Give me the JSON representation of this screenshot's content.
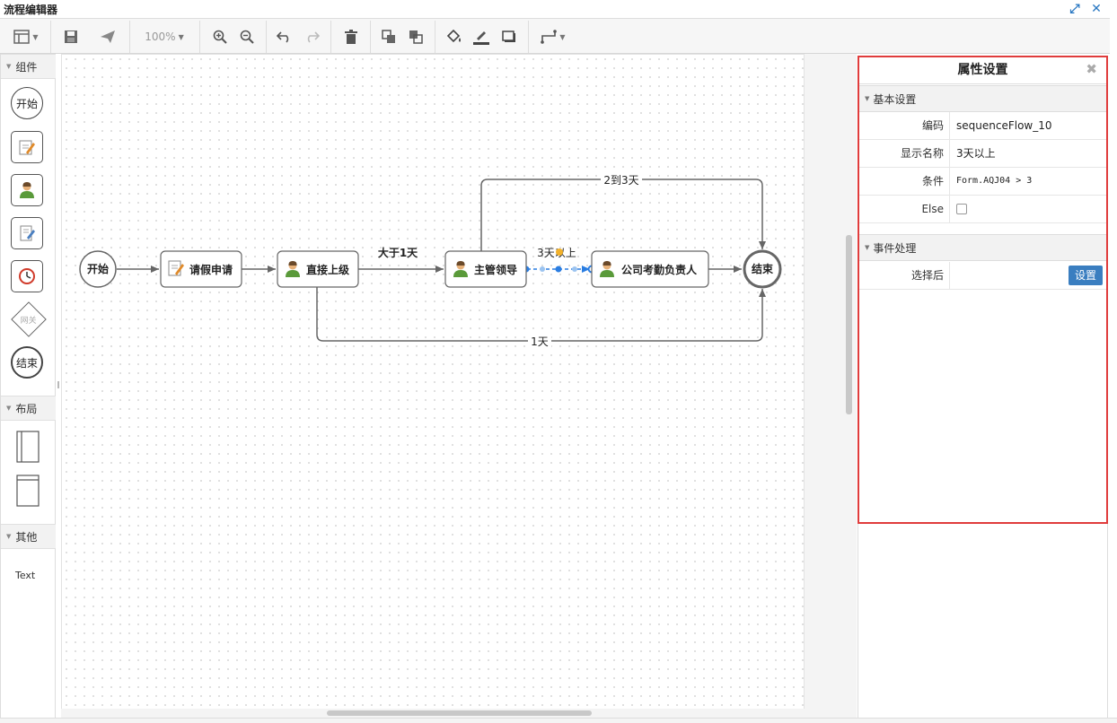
{
  "window": {
    "title": "流程编辑器"
  },
  "toolbar": {
    "zoom_label": "100%"
  },
  "left_panel": {
    "sections": {
      "components": "组件",
      "layout": "布局",
      "other": "其他"
    },
    "components": {
      "start": "开始",
      "gateway": "网关",
      "end": "结束"
    },
    "other_items": {
      "text": "Text"
    }
  },
  "diagram": {
    "nodes": {
      "start": "开始",
      "leave_request": "请假申请",
      "direct_superior": "直接上级",
      "supervisor": "主管领导",
      "attendance_manager": "公司考勤负责人",
      "end": "结束"
    },
    "edges": {
      "gt_1_day": "大于1天",
      "days_2_to_3": "2到3天",
      "days_1": "1天",
      "days_3_plus": "3天以上"
    }
  },
  "properties": {
    "title": "属性设置",
    "basic_section": "基本设置",
    "rows": {
      "code_label": "编码",
      "code_value": "sequenceFlow_10",
      "name_label": "显示名称",
      "name_value": "3天以上",
      "condition_label": "条件",
      "condition_value": "Form.AQJ04 > 3",
      "else_label": "Else"
    },
    "event_section": "事件处理",
    "after_select_label": "选择后",
    "set_button": "设置"
  }
}
